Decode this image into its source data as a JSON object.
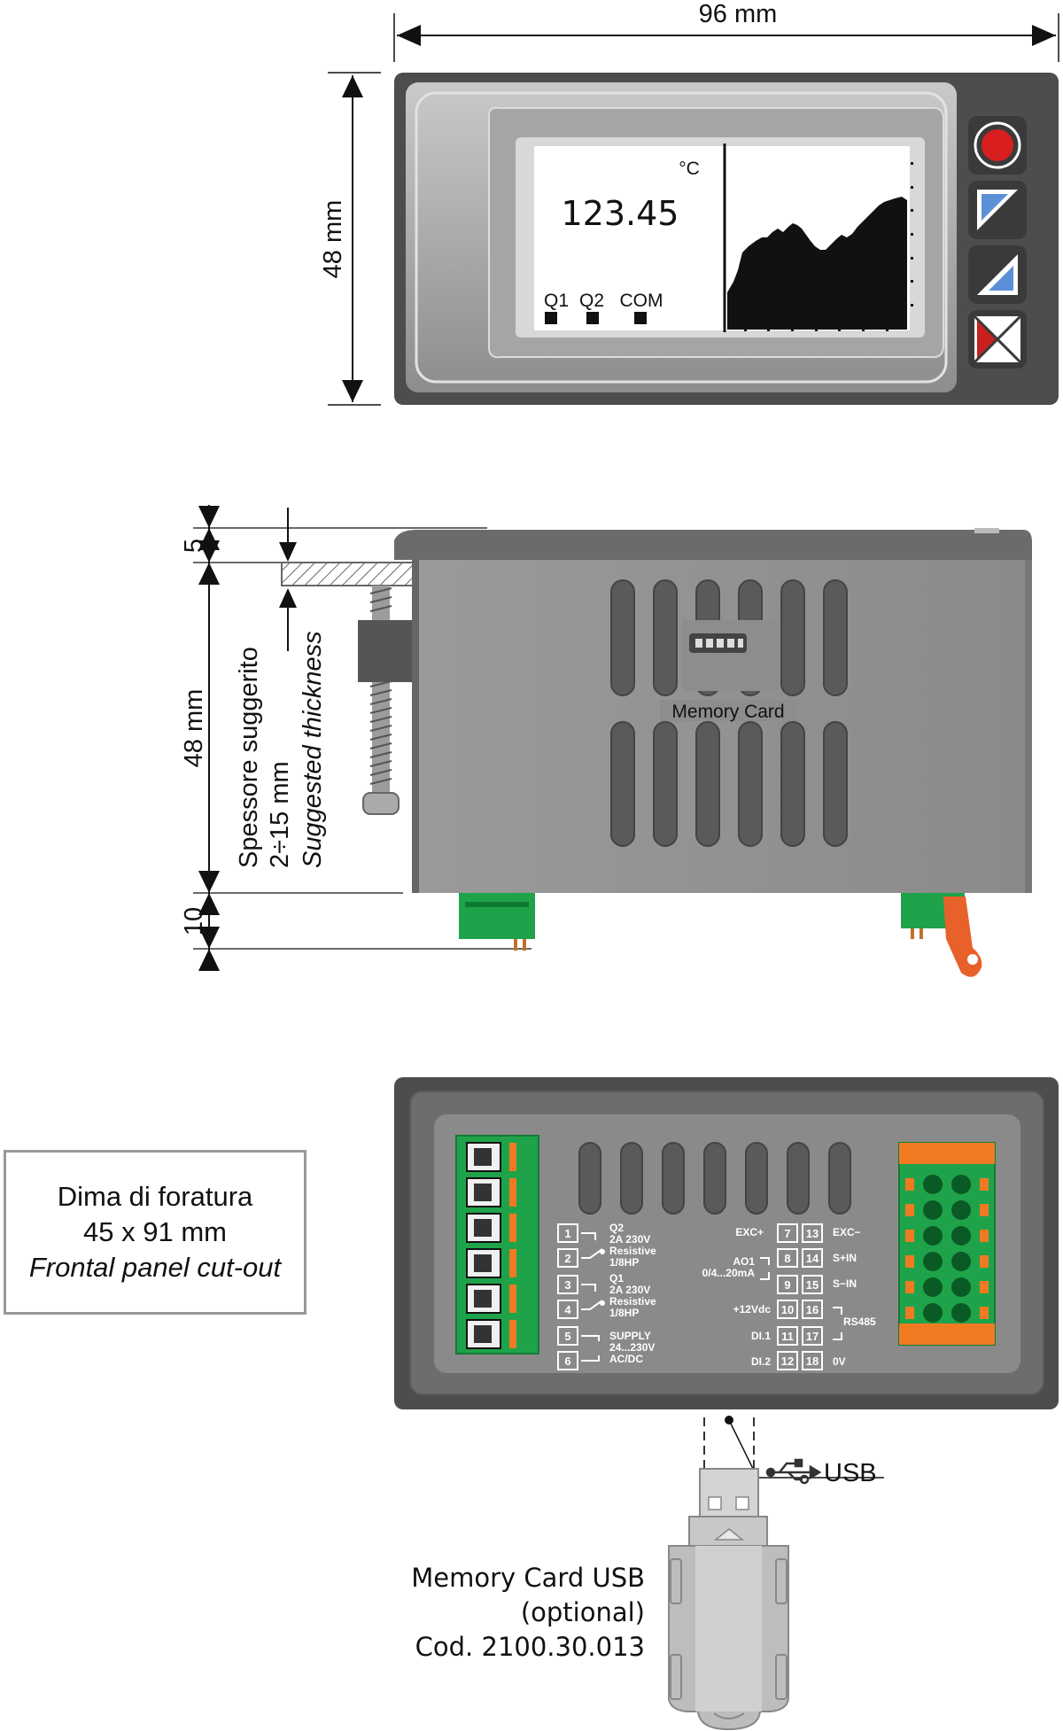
{
  "front": {
    "width_label": "96 mm",
    "height_label": "48 mm",
    "display": {
      "unit": "°C",
      "value": "123.45",
      "indicators": [
        "Q1",
        "Q2",
        "COM"
      ]
    },
    "buttons": [
      "record-button",
      "down-button",
      "up-button",
      "cancel-button"
    ]
  },
  "side": {
    "dim_top": "5",
    "dim_mid": "48 mm",
    "dim_bottom": "10",
    "thickness_it": "Spessore suggerito",
    "thickness_range": "2÷15 mm",
    "thickness_en": "Suggested thickness",
    "memory_card_label": "Memory Card"
  },
  "cutout": {
    "line1": "Dima di foratura",
    "line2": "45 x 91 mm",
    "line3": "Frontal panel cut-out"
  },
  "rear": {
    "left_terminals": [
      {
        "num": "1",
        "text": ""
      },
      {
        "num": "2",
        "text": ""
      },
      {
        "num": "3",
        "text": ""
      },
      {
        "num": "4",
        "text": ""
      },
      {
        "num": "5",
        "text": ""
      },
      {
        "num": "6",
        "text": ""
      }
    ],
    "q2": [
      "Q2",
      "2A 230V",
      "Resistive",
      "1/8HP"
    ],
    "q1": [
      "Q1",
      "2A 230V",
      "Resistive",
      "1/8HP"
    ],
    "supply": [
      "SUPPLY",
      "24...230V",
      "AC/DC"
    ],
    "mid_labels": [
      "EXC+",
      "AO1",
      "0/4...20mA",
      "+12Vdc",
      "DI.1",
      "DI.2"
    ],
    "mid_nums": [
      "7",
      "8",
      "9",
      "10",
      "11",
      "12"
    ],
    "right_nums": [
      "13",
      "14",
      "15",
      "16",
      "17",
      "18"
    ],
    "right_labels": [
      "EXC−",
      "S+IN",
      "S−IN",
      "RS485",
      "0V"
    ]
  },
  "usb": {
    "label": "USB",
    "mc_line1": "Memory Card  USB",
    "mc_line2": "(optional)",
    "mc_line3": "Cod. 2100.30.013"
  },
  "colors": {
    "case": "#8a8a8a",
    "dark": "#4a4a4a",
    "terminal_green": "#2bb04a",
    "terminal_orange": "#f07a22",
    "record_red": "#d81e1e",
    "arrow_blue": "#5b8fd6"
  }
}
